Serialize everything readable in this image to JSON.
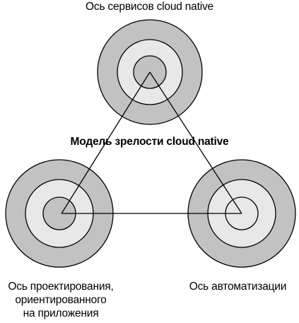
{
  "title": "Модель зрелости cloud native",
  "axes": {
    "top": "Ось сервисов cloud native",
    "right": "Ось автоматизации",
    "left_lines": [
      "Ось проектирования,",
      "ориентированного",
      "на приложения"
    ]
  },
  "colors": {
    "outer_ring": "#c2c2c2",
    "middle_ring": "#e8e8e8",
    "inner_core": "#c2c2c2",
    "stroke": "#000000"
  }
}
